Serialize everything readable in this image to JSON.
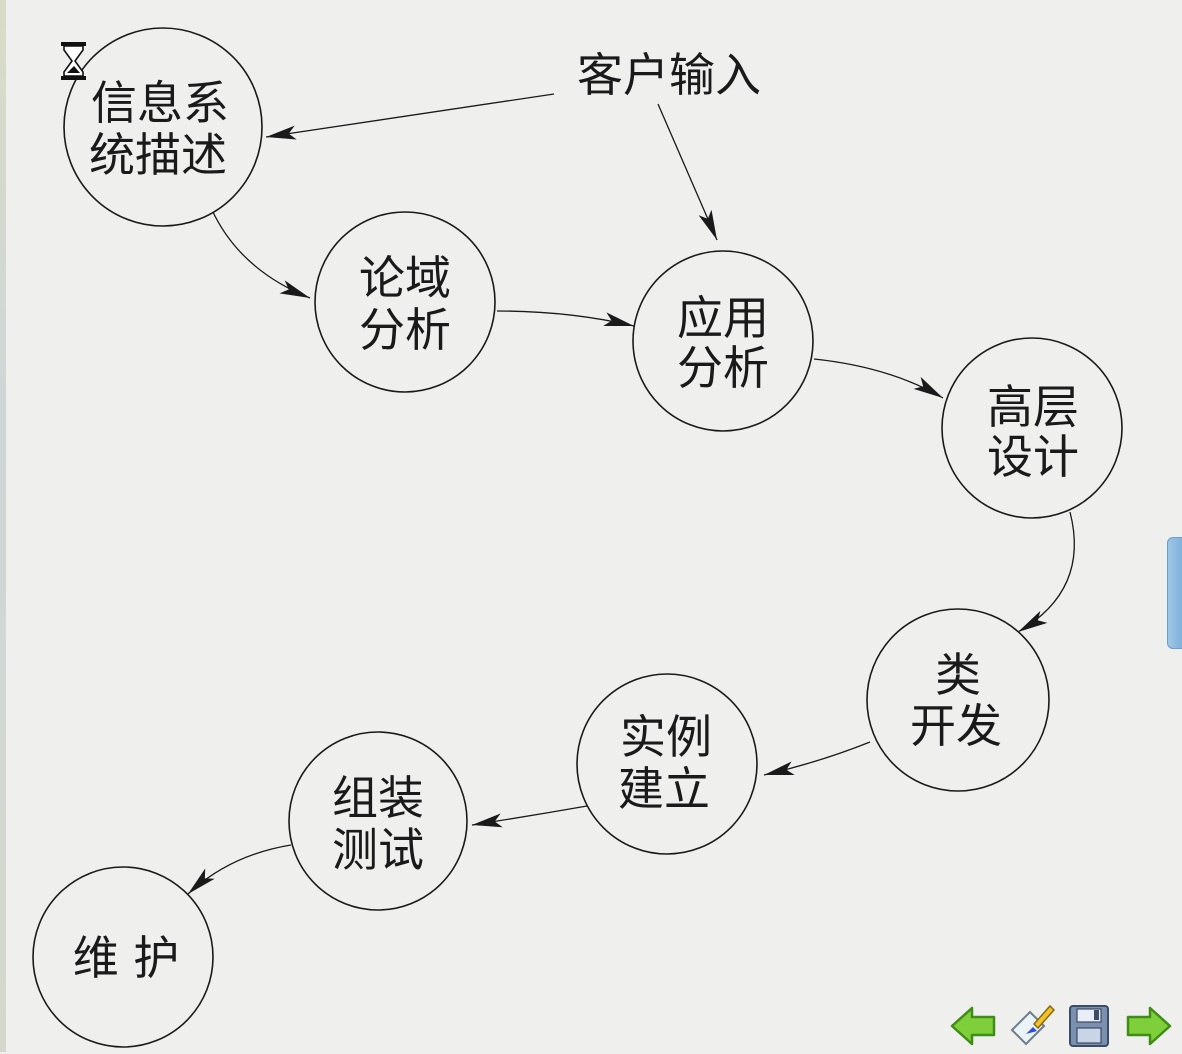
{
  "nodes": [
    {
      "id": "info-system-description",
      "lines": [
        "信息系",
        "统描述"
      ]
    },
    {
      "id": "domain-analysis",
      "lines": [
        "论域",
        "分析"
      ]
    },
    {
      "id": "application-analysis",
      "lines": [
        "应用",
        "分析"
      ]
    },
    {
      "id": "high-level-design",
      "lines": [
        "高层",
        "设计"
      ]
    },
    {
      "id": "class-development",
      "lines": [
        "类",
        "开发"
      ]
    },
    {
      "id": "instance-creation",
      "lines": [
        "实例",
        "建立"
      ]
    },
    {
      "id": "assembly-testing",
      "lines": [
        "组装",
        "测试"
      ]
    },
    {
      "id": "maintenance",
      "lines": [
        "维 护"
      ]
    }
  ],
  "customer_input": {
    "label": "客户输入"
  },
  "edges": [
    {
      "from": "info-system-description",
      "to": "domain-analysis"
    },
    {
      "from": "domain-analysis",
      "to": "application-analysis"
    },
    {
      "from": "application-analysis",
      "to": "high-level-design"
    },
    {
      "from": "high-level-design",
      "to": "class-development"
    },
    {
      "from": "class-development",
      "to": "instance-creation"
    },
    {
      "from": "instance-creation",
      "to": "assembly-testing"
    },
    {
      "from": "assembly-testing",
      "to": "maintenance"
    },
    {
      "from": "customer-input",
      "to": "info-system-description"
    },
    {
      "from": "customer-input",
      "to": "application-analysis"
    }
  ],
  "toolbar": {
    "icons": [
      "left-arrow-icon",
      "pen-icon",
      "save-disk-icon",
      "right-arrow-icon"
    ],
    "colors": {
      "arrow_fill": "#7fcf3a",
      "arrow_stroke": "#3f8d17"
    }
  }
}
